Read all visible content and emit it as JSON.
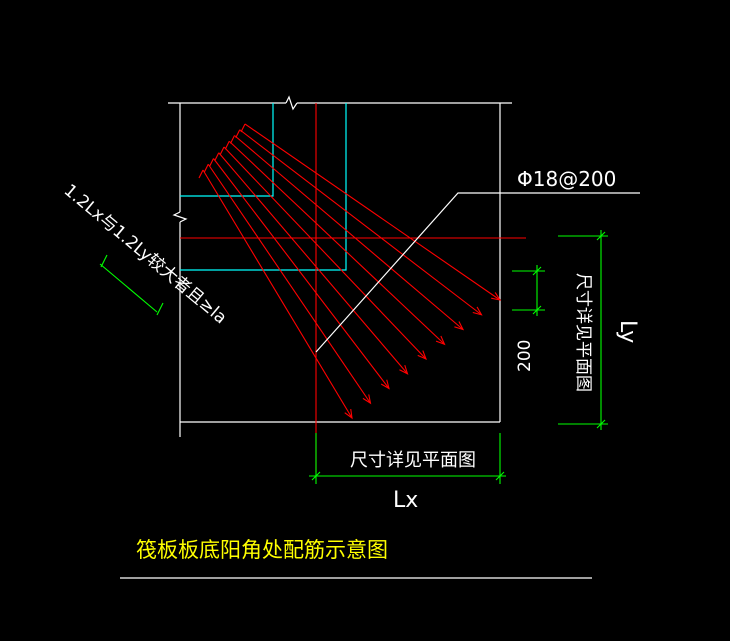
{
  "annotations": {
    "rebar_spec": "Φ18@200",
    "anchor_length": "1.2Lx与1.2Ly较大者且≥la",
    "dim_ly_detail": "尺寸详见平面图",
    "dim_ly_label": "Ly",
    "dim_spacing": "200",
    "dim_lx_detail": "尺寸详见平面图",
    "dim_lx_label": "Lx"
  },
  "caption": "筏板板底阳角处配筋示意图",
  "colors": {
    "background": "#000000",
    "outline": "#ffffff",
    "rebar": "#ff0000",
    "column": "#00ffff",
    "dimension": "#00ff00",
    "caption": "#ffff00"
  }
}
